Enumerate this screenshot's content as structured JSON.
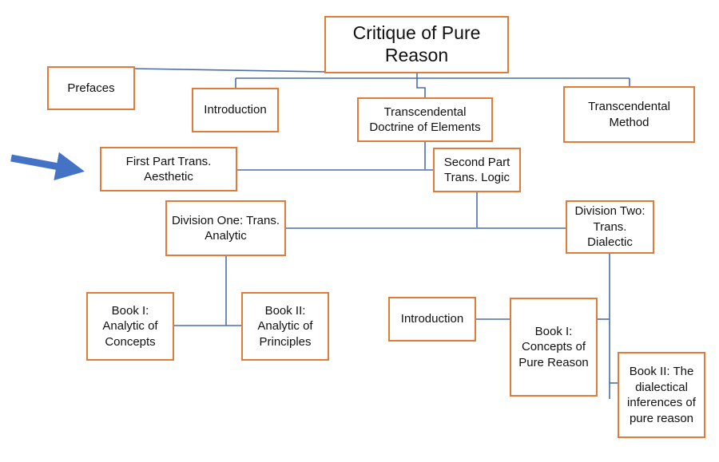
{
  "colors": {
    "box_border": "#e07b39",
    "connector": "#4a6fa5",
    "arrow": "#4472c4"
  },
  "nodes": {
    "title": "Critique of Pure Reason",
    "prefaces": "Prefaces",
    "introduction": "Introduction",
    "doctrine_of_elements": "Transcendental Doctrine of Elements",
    "method": "Transcendental Method",
    "aesthetic": "First Part Trans. Aesthetic",
    "logic": "Second Part Trans. Logic",
    "analytic": "Division One: Trans. Analytic",
    "dialectic": "Division Two: Trans. Dialectic",
    "analytic_concepts": "Book I: Analytic of Concepts",
    "analytic_principles": "Book II: Analytic of Principles",
    "dialectic_introduction": "Introduction",
    "concepts_pure_reason": "Book I: Concepts of Pure Reason",
    "dialectical_inferences": "Book II: The dialectical inferences of pure reason"
  },
  "pointer_arrow": {
    "icon": "arrow-right-icon",
    "target": "aesthetic"
  }
}
